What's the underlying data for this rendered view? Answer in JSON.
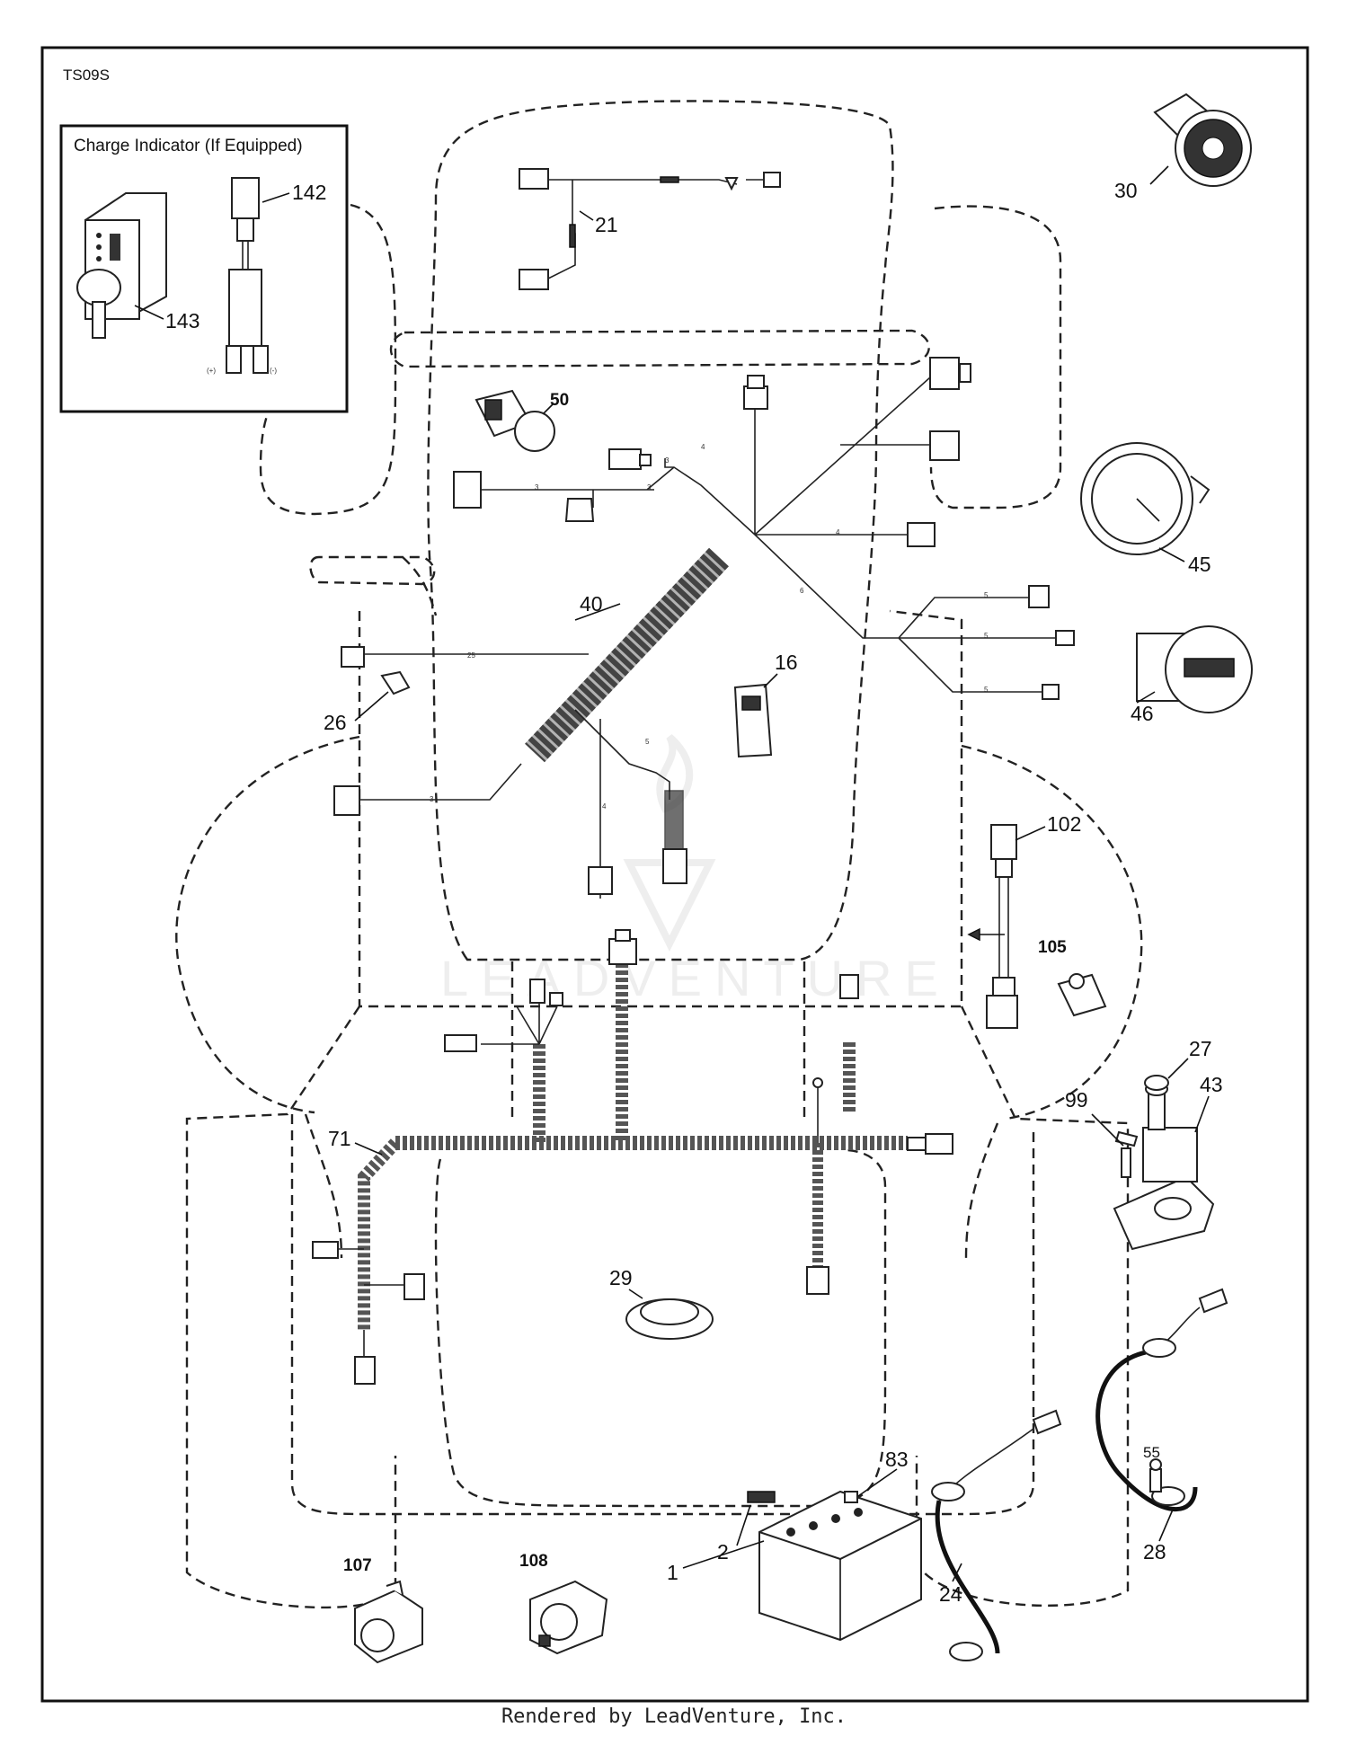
{
  "diagram_code": "TS09S",
  "inset": {
    "title": "Charge Indicator (If Equipped)",
    "plus": "(+)",
    "minus": "(-)"
  },
  "callouts": {
    "c1": "1",
    "c2": "2",
    "c16": "16",
    "c21": "21",
    "c24": "24",
    "c26": "26",
    "c27": "27",
    "c28": "28",
    "c29": "29",
    "c30": "30",
    "c40": "40",
    "c43": "43",
    "c45": "45",
    "c46": "46",
    "c50": "50",
    "c55": "55",
    "c71": "71",
    "c83": "83",
    "c99": "99",
    "c102": "102",
    "c105": "105",
    "c107": "107",
    "c108": "108",
    "c142": "142",
    "c143": "143"
  },
  "wire_codes": {
    "w3": "3",
    "w4": "4",
    "w5": "5",
    "w6": "6",
    "w25": "25"
  },
  "watermark": "LEADVENTURE",
  "footer": "Rendered by LeadVenture, Inc."
}
